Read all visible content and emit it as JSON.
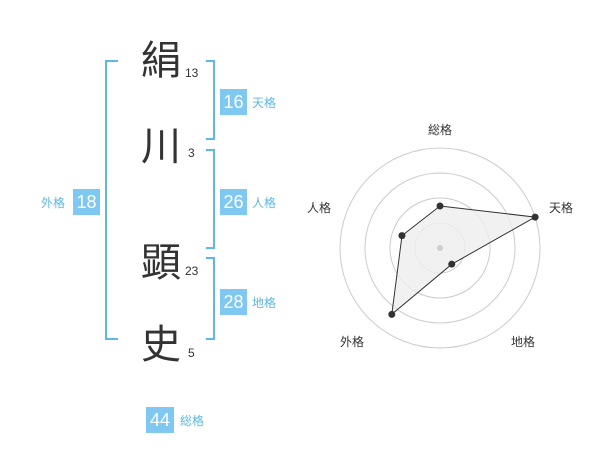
{
  "name": {
    "chars": [
      {
        "char": "絹",
        "strokes": "13"
      },
      {
        "char": "川",
        "strokes": "3"
      },
      {
        "char": "顕",
        "strokes": "23"
      },
      {
        "char": "史",
        "strokes": "5"
      }
    ]
  },
  "fortune": {
    "tenkaku": {
      "value": "16",
      "label": "天格"
    },
    "jinkaku": {
      "value": "26",
      "label": "人格"
    },
    "chikaku": {
      "value": "28",
      "label": "地格"
    },
    "gaikaku": {
      "value": "18",
      "label": "外格"
    },
    "soukaku": {
      "value": "44",
      "label": "総格"
    }
  },
  "chart_data": {
    "type": "radar",
    "axes": [
      "総格",
      "天格",
      "地格",
      "外格",
      "人格"
    ],
    "values": [
      0.42,
      1.0,
      0.2,
      0.82,
      0.4
    ],
    "range": [
      0,
      1
    ],
    "rings": 4,
    "colors": {
      "fill": "#eeeeee",
      "line": "#333333",
      "grid": "#cccccc",
      "center": "#cccccc"
    }
  },
  "colors": {
    "badge": "#7ec8f2",
    "bracket": "#5fb6e8",
    "label": "#5fb6e8"
  }
}
